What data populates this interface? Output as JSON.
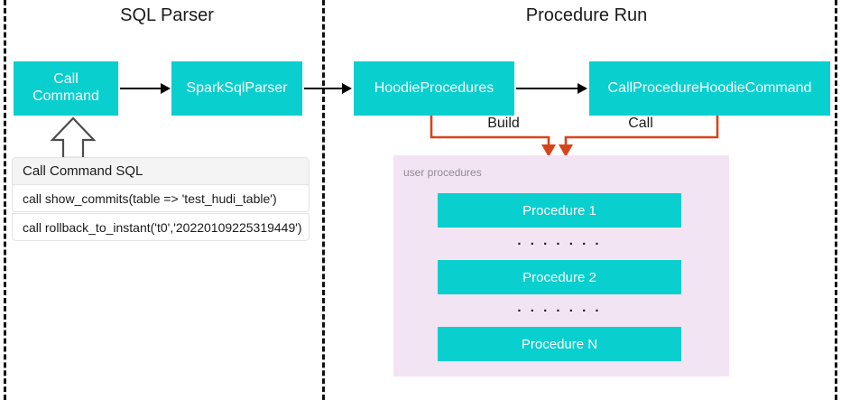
{
  "diagram": {
    "sections": [
      {
        "title": "SQL Parser"
      },
      {
        "title": "Procedure Run"
      }
    ],
    "nodes": {
      "call_command": "Call\nCommand",
      "call_command_line1": "Call",
      "call_command_line2": "Command",
      "spark_sql_parser": "SparkSqlParser",
      "hoodie_procedures": "HoodieProcedures",
      "call_procedure_hoodie_command": "CallProcedureHoodieCommand"
    },
    "connector_labels": {
      "build": "Build",
      "call": "Call"
    },
    "sql_table": {
      "header": "Call Command SQL",
      "rows": [
        "call show_commits(table => 'test_hudi_table')",
        "call rollback_to_instant('t0','20220109225319449')"
      ]
    },
    "user_procedures": {
      "label": "user procedures",
      "items": [
        "Procedure 1",
        "Procedure 2",
        "Procedure N"
      ],
      "separator": ". . . . . . ."
    },
    "colors": {
      "teal": "#09CFCF",
      "orange": "#D8441A",
      "panel": "#f3e4f3",
      "divider": "#111111",
      "text": "#1a1a1a",
      "muted": "#8c8c8c"
    }
  }
}
